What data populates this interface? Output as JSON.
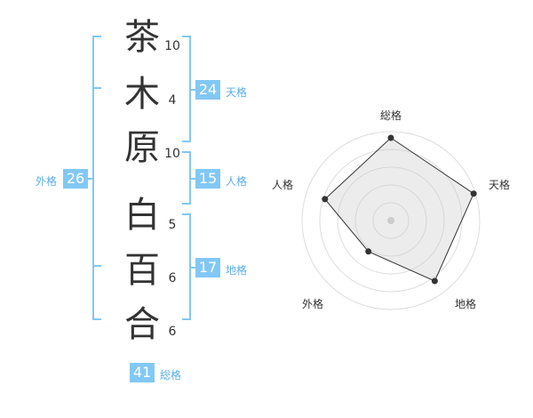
{
  "name": {
    "chars": [
      {
        "char": "茶",
        "strokes": "10"
      },
      {
        "char": "木",
        "strokes": "4"
      },
      {
        "char": "原",
        "strokes": "10"
      },
      {
        "char": "白",
        "strokes": "5"
      },
      {
        "char": "百",
        "strokes": "6"
      },
      {
        "char": "合",
        "strokes": "6"
      }
    ]
  },
  "fortune": {
    "tenkaku": {
      "value": "24",
      "label": "天格"
    },
    "jinkaku": {
      "value": "15",
      "label": "人格"
    },
    "chikaku": {
      "value": "17",
      "label": "地格"
    },
    "gaikaku": {
      "value": "26",
      "label": "外格"
    },
    "soukaku": {
      "value": "41",
      "label": "総格"
    }
  },
  "colors": {
    "accent": "#82c8f5",
    "accent_text": "#5aaee8",
    "text": "#333333"
  },
  "radar": {
    "axes": [
      "総格",
      "天格",
      "地格",
      "外格",
      "人格"
    ],
    "values": [
      0.93,
      0.98,
      0.84,
      0.43,
      0.78
    ]
  }
}
